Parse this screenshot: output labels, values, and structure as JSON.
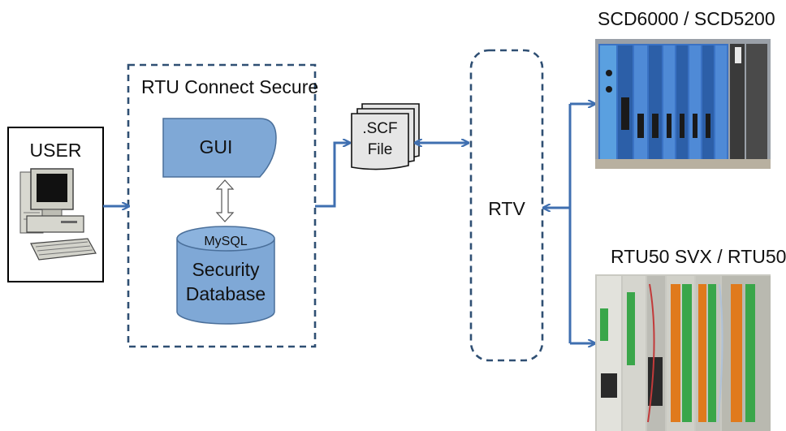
{
  "user": {
    "label": "USER"
  },
  "rtu_connect": {
    "title": "RTU Connect Secure",
    "gui_label": "GUI",
    "database": {
      "engine": "MySQL",
      "line1": "Security",
      "line2": "Database"
    }
  },
  "scf_file": {
    "line1": ".SCF",
    "line2": "File"
  },
  "rtv": {
    "label": "RTV"
  },
  "devices": [
    {
      "label": "SCD6000 / SCD5200"
    },
    {
      "label": "RTU50 SVX / RTU50"
    }
  ],
  "colors": {
    "dashed_border": "#2f4f73",
    "shape_fill": "#7fa8d6",
    "shape_stroke": "#4a6f9a",
    "arrow": "#3f6fb0",
    "scd_module": "#3a72c4",
    "rtu_terminal": "#3aa64a"
  }
}
